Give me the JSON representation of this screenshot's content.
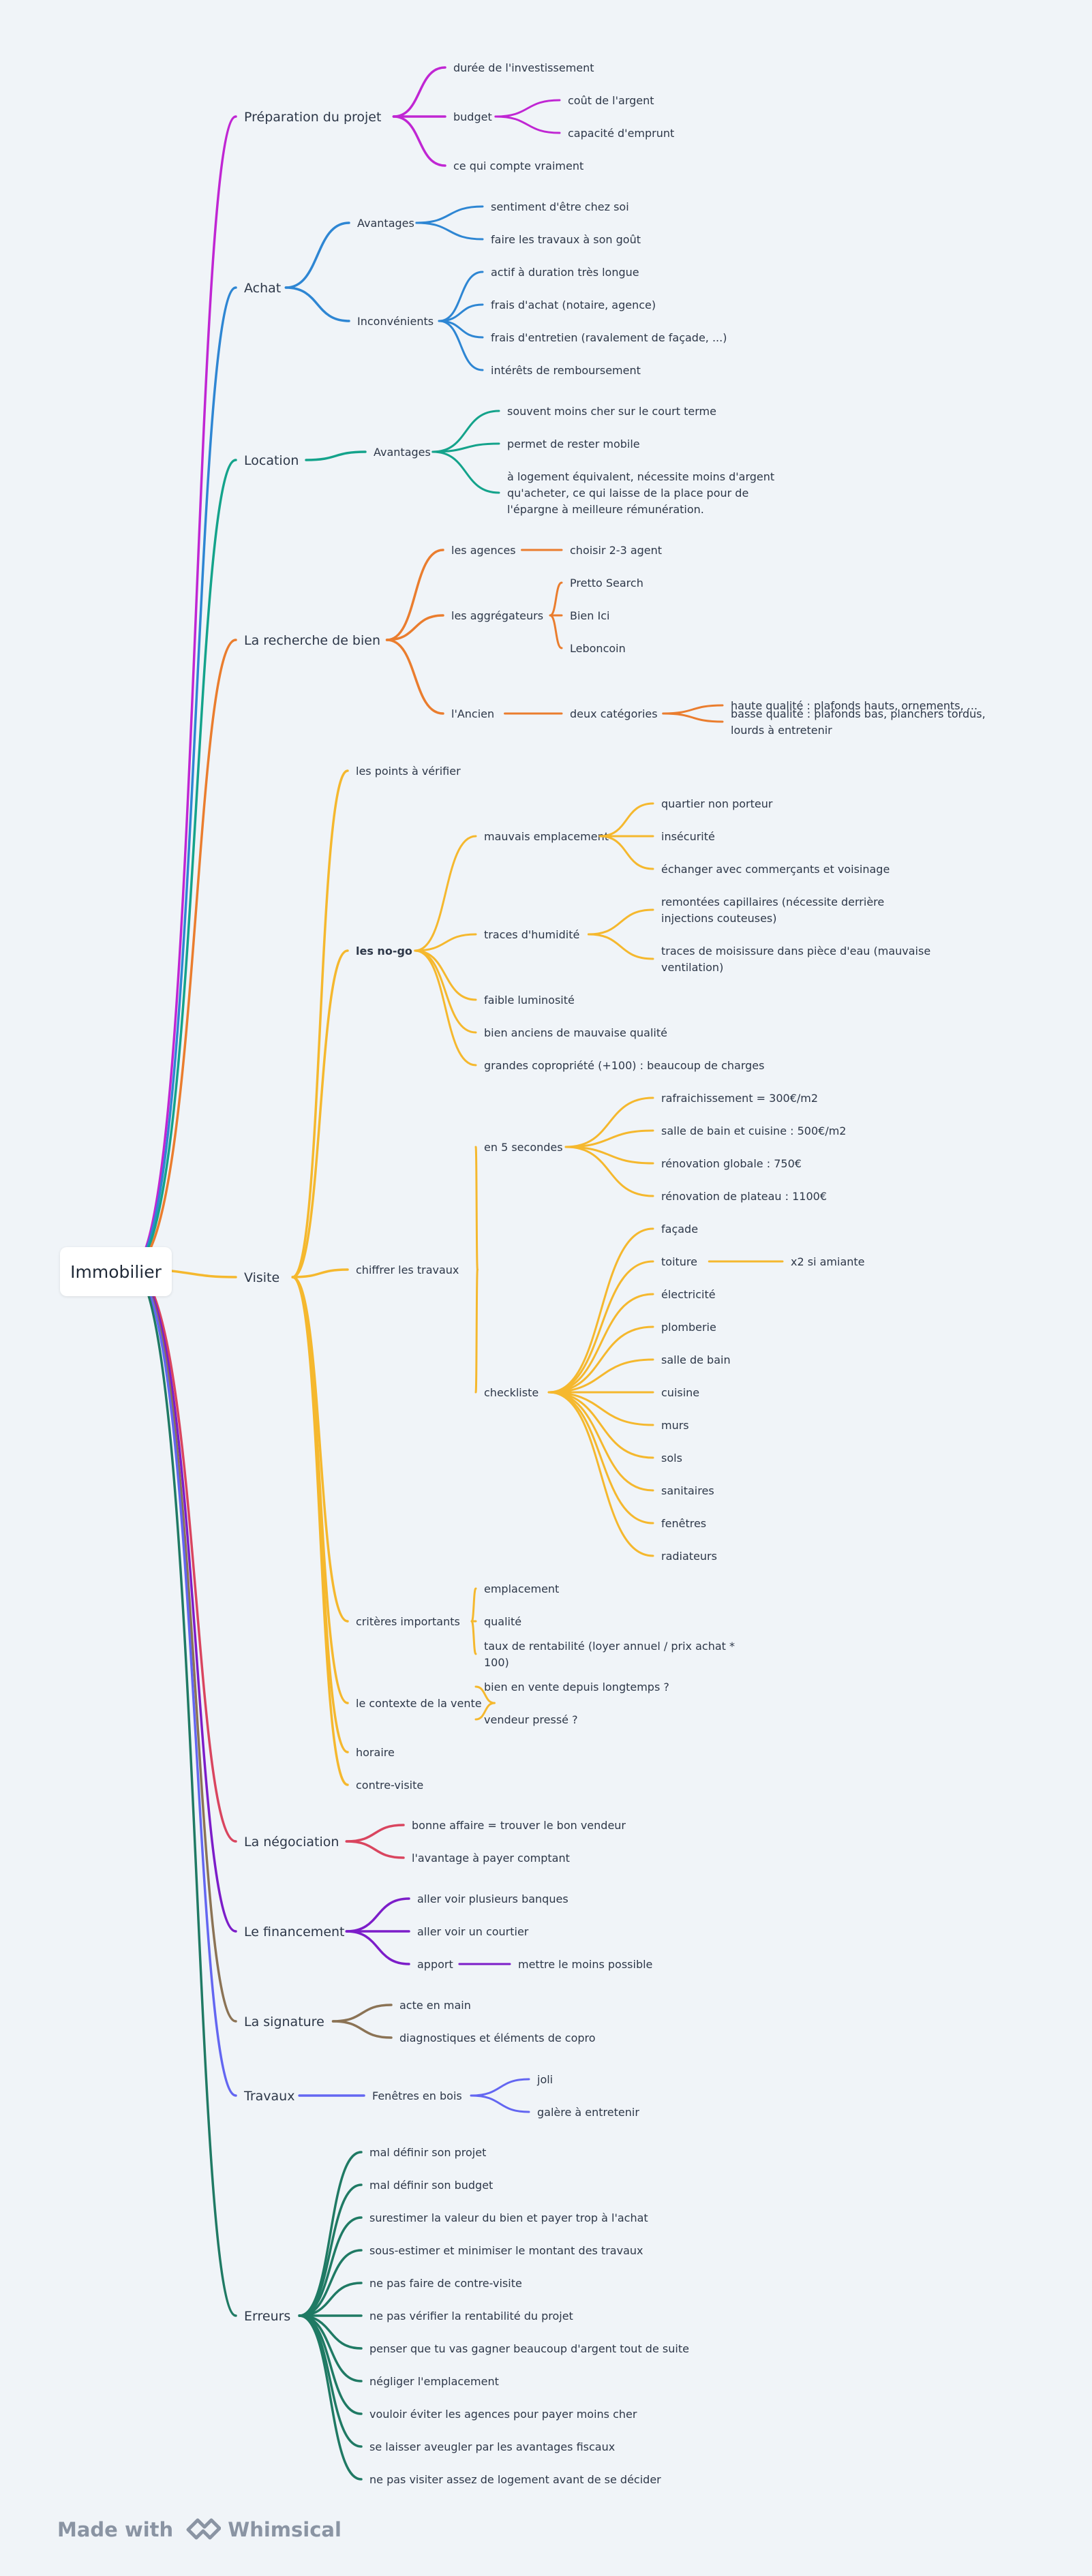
{
  "root": "Immobilier",
  "footer": {
    "made_with": "Made with",
    "brand": "Whimsical"
  },
  "colors": {
    "preparation": "#c026d3",
    "achat": "#2e86d3",
    "location": "#14a38b",
    "recherche": "#ea7d2e",
    "visite": "#f5b82e",
    "negociation": "#d9455f",
    "financement": "#7c1dc9",
    "signature": "#8b7355",
    "travaux": "#6366f1",
    "erreurs": "#1f7a64"
  },
  "branches": [
    {
      "key": "preparation",
      "label": "Préparation du projet",
      "children": [
        {
          "label": "durée de l'investissement"
        },
        {
          "label": "budget",
          "children": [
            {
              "label": "coût de l'argent"
            },
            {
              "label": "capacité d'emprunt"
            }
          ]
        },
        {
          "label": "ce qui compte vraiment"
        }
      ]
    },
    {
      "key": "achat",
      "label": "Achat",
      "children": [
        {
          "label": "Avantages",
          "children": [
            {
              "label": "sentiment d'être chez soi"
            },
            {
              "label": "faire les travaux à son goût"
            }
          ]
        },
        {
          "label": "Inconvénients",
          "children": [
            {
              "label": "actif à duration très longue"
            },
            {
              "label": "frais d'achat (notaire, agence)"
            },
            {
              "label": "frais d'entretien (ravalement de façade, ...)"
            },
            {
              "label": "intérêts de remboursement"
            }
          ]
        }
      ]
    },
    {
      "key": "location",
      "label": "Location",
      "children": [
        {
          "label": "Avantages",
          "children": [
            {
              "label": "souvent moins cher sur le court terme"
            },
            {
              "label": "permet de rester mobile"
            },
            {
              "label": "à logement équivalent, nécessite moins d'argent qu'acheter, ce qui laisse de la place pour de l'épargne à meilleure rémunération."
            }
          ]
        }
      ]
    },
    {
      "key": "recherche",
      "label": "La recherche de bien",
      "children": [
        {
          "label": "les agences",
          "children": [
            {
              "label": "choisir 2-3 agent"
            }
          ]
        },
        {
          "label": "les aggrégateurs",
          "children": [
            {
              "label": "Pretto Search"
            },
            {
              "label": "Bien Ici"
            },
            {
              "label": "Leboncoin"
            }
          ]
        },
        {
          "label": "l'Ancien",
          "children": [
            {
              "label": "deux catégories",
              "children": [
                {
                  "label": "haute qualité : plafonds hauts, ornements, ..."
                },
                {
                  "label": "basse qualité : plafonds bas, planchers tordus, lourds à entretenir"
                }
              ]
            }
          ]
        }
      ]
    },
    {
      "key": "visite",
      "label": "Visite",
      "children": [
        {
          "label": "les points à vérifier"
        },
        {
          "label": "les no-go",
          "bold": true,
          "children": [
            {
              "label": "mauvais emplacement",
              "children": [
                {
                  "label": "quartier non porteur"
                },
                {
                  "label": "insécurité"
                },
                {
                  "label": "échanger avec commerçants et voisinage"
                }
              ]
            },
            {
              "label": "traces d'humidité",
              "children": [
                {
                  "label": "remontées capillaires (nécessite derrière injections couteuses)"
                },
                {
                  "label": "traces de moisissure dans pièce d'eau (mauvaise ventilation)"
                }
              ]
            },
            {
              "label": "faible luminosité"
            },
            {
              "label": "bien anciens de mauvaise qualité"
            },
            {
              "label": "grandes copropriété (+100) : beaucoup de charges"
            }
          ]
        },
        {
          "label": "chiffrer les travaux",
          "children": [
            {
              "label": "en 5 secondes",
              "children": [
                {
                  "label": "rafraichissement = 300€/m2"
                },
                {
                  "label": "salle de bain et cuisine : 500€/m2"
                },
                {
                  "label": "rénovation globale : 750€"
                },
                {
                  "label": "rénovation de plateau : 1100€"
                }
              ]
            },
            {
              "label": "checkliste",
              "children": [
                {
                  "label": "façade"
                },
                {
                  "label": "toiture",
                  "children": [
                    {
                      "label": "x2 si amiante"
                    }
                  ]
                },
                {
                  "label": "électricité"
                },
                {
                  "label": "plomberie"
                },
                {
                  "label": "salle de bain"
                },
                {
                  "label": "cuisine"
                },
                {
                  "label": "murs"
                },
                {
                  "label": "sols"
                },
                {
                  "label": "sanitaires"
                },
                {
                  "label": "fenêtres"
                },
                {
                  "label": "radiateurs"
                }
              ]
            }
          ]
        },
        {
          "label": "critères importants",
          "children": [
            {
              "label": "emplacement"
            },
            {
              "label": "qualité"
            },
            {
              "label": "taux de rentabilité (loyer annuel / prix achat * 100)"
            }
          ]
        },
        {
          "label": "le contexte de la vente",
          "children": [
            {
              "label": "bien en vente depuis longtemps ?"
            },
            {
              "label": "vendeur pressé ?"
            }
          ]
        },
        {
          "label": "horaire"
        },
        {
          "label": "contre-visite"
        }
      ]
    },
    {
      "key": "negociation",
      "label": "La négociation",
      "children": [
        {
          "label": "bonne affaire = trouver le bon vendeur"
        },
        {
          "label": "l'avantage à payer comptant"
        }
      ]
    },
    {
      "key": "financement",
      "label": "Le financement",
      "children": [
        {
          "label": "aller voir plusieurs banques"
        },
        {
          "label": "aller voir un courtier"
        },
        {
          "label": "apport",
          "children": [
            {
              "label": "mettre le moins possible"
            }
          ]
        }
      ]
    },
    {
      "key": "signature",
      "label": "La signature",
      "children": [
        {
          "label": "acte en main"
        },
        {
          "label": "diagnostiques et éléments de copro"
        }
      ]
    },
    {
      "key": "travaux",
      "label": "Travaux",
      "children": [
        {
          "label": "Fenêtres en bois",
          "children": [
            {
              "label": "joli"
            },
            {
              "label": "galère à entretenir"
            }
          ]
        }
      ]
    },
    {
      "key": "erreurs",
      "label": "Erreurs",
      "children": [
        {
          "label": "mal définir son projet"
        },
        {
          "label": "mal définir son budget"
        },
        {
          "label": "surestimer la valeur du bien et payer trop à l'achat"
        },
        {
          "label": "sous-estimer et minimiser le montant des travaux"
        },
        {
          "label": "ne pas faire de contre-visite"
        },
        {
          "label": "ne pas vérifier la rentabilité du projet"
        },
        {
          "label": "penser que tu vas gagner beaucoup d'argent tout de suite"
        },
        {
          "label": "négliger l'emplacement"
        },
        {
          "label": "vouloir éviter les agences pour payer moins cher"
        },
        {
          "label": "se laisser aveugler par les avantages fiscaux"
        },
        {
          "label": "ne pas visiter assez de logement avant de se décider"
        }
      ]
    }
  ]
}
